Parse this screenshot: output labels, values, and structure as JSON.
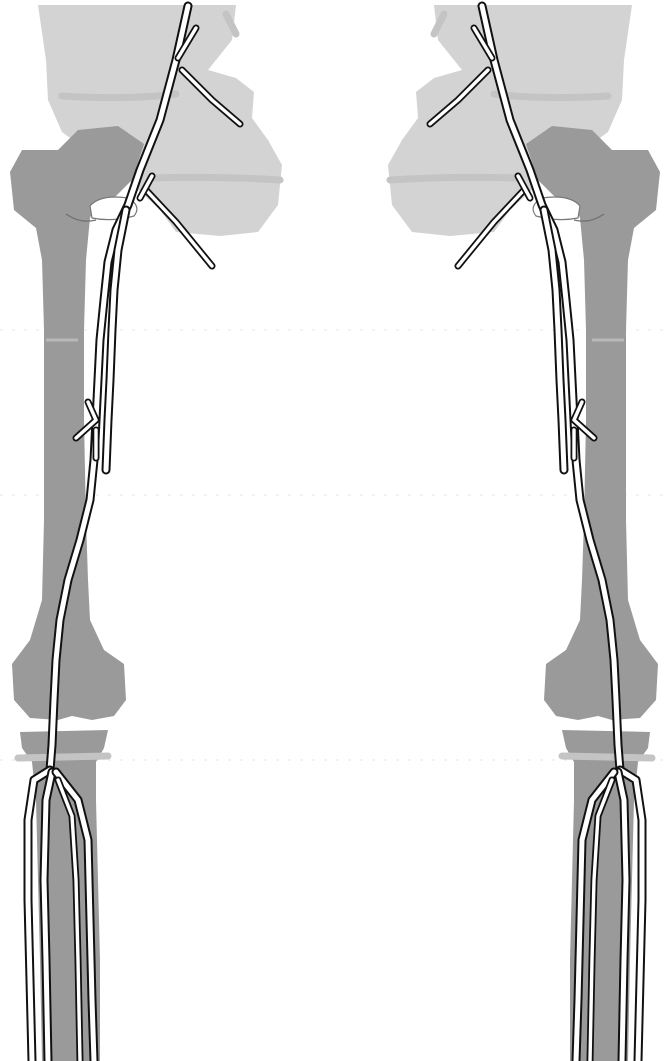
{
  "diagram": {
    "description_kind": "bilateral lower-limb arterial schematic",
    "panels": [
      "left-leg",
      "right-leg"
    ],
    "colors": {
      "background": "#ffffff",
      "pelvis_bone": "#d3d3d3",
      "femur_tibia_bone": "#9a9a9a",
      "joint_marking": "#c4c4c4",
      "vessel_outline": "#111111",
      "vessel_lumen": "#ffffff"
    }
  }
}
